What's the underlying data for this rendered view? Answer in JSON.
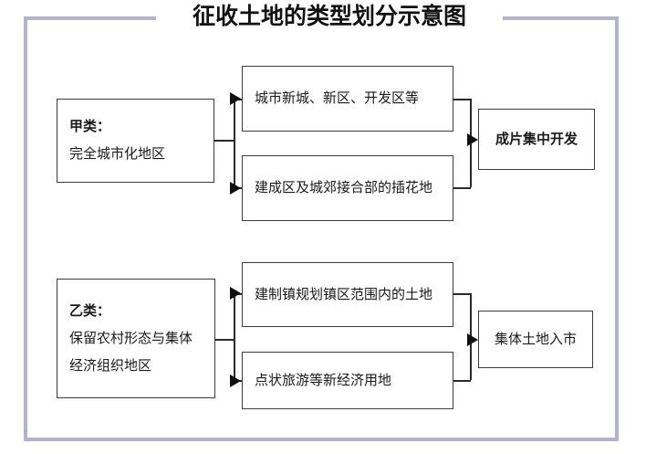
{
  "diagram": {
    "title": "征收土地的类型划分示意图",
    "frame_color": "#b3b3ce",
    "line_color": "#2b2b2b",
    "groups": [
      {
        "id": "group-a",
        "category": {
          "label_line1": "甲类：",
          "label_line2": "完全城市化地区"
        },
        "items": [
          {
            "label": "城市新城、新区、开发区等"
          },
          {
            "label": "建成区及城郊接合部的插花地"
          }
        ],
        "outcome": {
          "label": "成片集中开发"
        }
      },
      {
        "id": "group-b",
        "category": {
          "label_line1": "乙类：",
          "label_line2": "保留农村形态与集体",
          "label_line3": "经济组织地区"
        },
        "items": [
          {
            "label": "建制镇规划镇区范围内的土地"
          },
          {
            "label": "点状旅游等新经济用地"
          }
        ],
        "outcome": {
          "label": "集体土地入市"
        }
      }
    ]
  }
}
